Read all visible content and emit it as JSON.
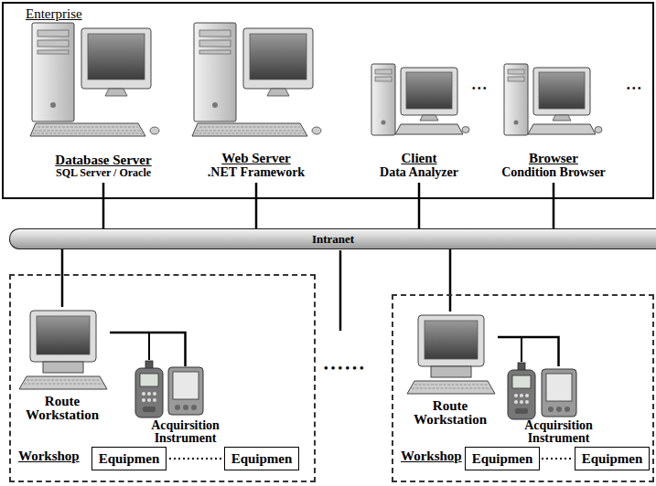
{
  "diagram": {
    "nodes": [
      {
        "text": [
          "Enterprise"
        ]
      },
      {
        "text": [
          "Database Server",
          "SQL Server / Oracle"
        ],
        "in": 0
      },
      {
        "text": [
          "Web Server",
          ".NET Framework"
        ],
        "in": 0
      },
      {
        "text": [
          "Client",
          "Data Analyzer"
        ],
        "in": 0
      },
      {
        "text": [
          "Browser",
          "Condition Browser"
        ],
        "in": 0
      },
      {
        "text": [
          "Intranet"
        ]
      },
      {
        "text": [
          "Workshop"
        ]
      },
      {
        "text": [
          "Route Workstation"
        ],
        "in": 6
      },
      {
        "text": [
          "Acquirsition Instrument"
        ],
        "in": 6
      },
      {
        "text": [
          "Equipmen"
        ],
        "in": 6
      },
      {
        "text": [
          "Equipmen"
        ],
        "in": 6
      },
      {
        "text": [
          "Workshop"
        ]
      },
      {
        "text": [
          "Route Workstation"
        ],
        "in": 11
      },
      {
        "text": [
          "Acquirsition Instrument"
        ],
        "in": 11
      },
      {
        "text": [
          "Equipmen"
        ],
        "in": 11
      },
      {
        "text": [
          "Equipmen"
        ],
        "in": 11
      }
    ],
    "edges": [
      {
        "from": 1,
        "to": 5,
        "arrow": "none"
      },
      {
        "from": 2,
        "to": 5,
        "arrow": "none"
      },
      {
        "from": 3,
        "to": 5,
        "arrow": "none"
      },
      {
        "from": 4,
        "to": 5,
        "arrow": "none"
      },
      {
        "from": 5,
        "to": 7,
        "arrow": "none"
      },
      {
        "from": 5,
        "to": 12,
        "arrow": "none"
      },
      {
        "from": 7,
        "to": 8,
        "arrow": "none"
      },
      {
        "from": 12,
        "to": 13,
        "arrow": "none"
      }
    ],
    "labels": [
      "• • •",
      "• • •",
      "• • • • • •"
    ]
  }
}
